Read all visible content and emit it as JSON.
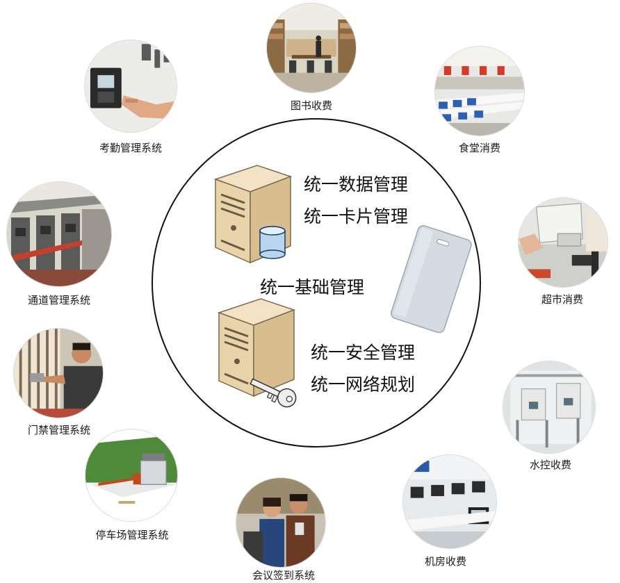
{
  "center": {
    "lines_top": [
      "统一数据管理",
      "统一卡片管理"
    ],
    "base": "统一基础管理",
    "lines_bottom": [
      "统一安全管理",
      "统一网络规划"
    ]
  },
  "nodes": [
    {
      "id": "library",
      "label": "图书收费"
    },
    {
      "id": "canteen",
      "label": "食堂消费"
    },
    {
      "id": "supermarket",
      "label": "超市消费"
    },
    {
      "id": "water",
      "label": "水控收费"
    },
    {
      "id": "computer-room",
      "label": "机房收费"
    },
    {
      "id": "meeting",
      "label": "会议签到系统"
    },
    {
      "id": "parking",
      "label": "停车场管理系统"
    },
    {
      "id": "access",
      "label": "门禁管理系统"
    },
    {
      "id": "passage",
      "label": "通道管理系统"
    },
    {
      "id": "attendance",
      "label": "考勤管理系统"
    }
  ]
}
